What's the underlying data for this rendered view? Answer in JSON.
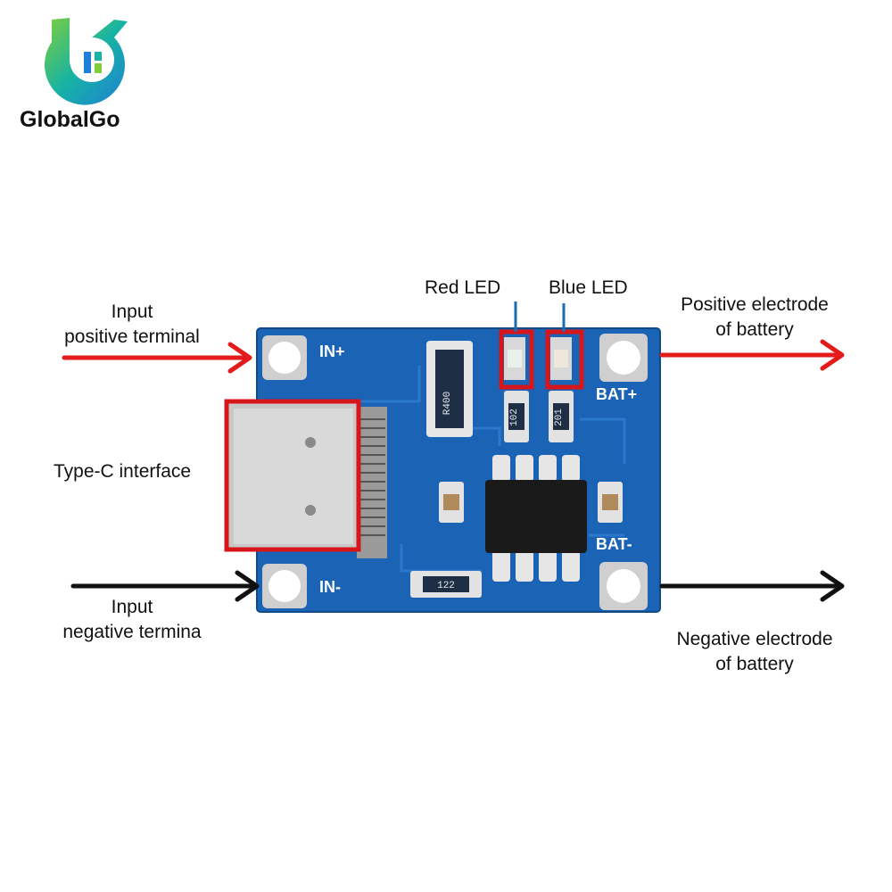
{
  "brand": {
    "name": "GlobalGo",
    "colors": {
      "teal": "#17b3a4",
      "blue": "#1d7fd6",
      "green": "#7fce3b"
    }
  },
  "labels": {
    "input_positive": [
      "Input",
      "positive terminal"
    ],
    "input_negative": [
      "Input",
      "negative termina"
    ],
    "type_c": "Type-C interface",
    "red_led": "Red LED",
    "blue_led": "Blue LED",
    "battery_positive": [
      "Positive electrode",
      "of battery"
    ],
    "battery_negative": [
      "Negative electrode",
      "of battery"
    ]
  },
  "board": {
    "silkscreen": {
      "in_plus": "IN+",
      "in_minus": "IN-",
      "bat_plus": "BAT+",
      "bat_minus": "BAT-",
      "resistor_main": "R400",
      "resistor_led1": "102",
      "resistor_led2": "201",
      "resistor_bottom": "122"
    },
    "pcb_color": "#1a63b5"
  },
  "colors": {
    "positive_arrow": "#e31b1b",
    "negative_arrow": "#111111",
    "highlight_box": "#d6161a",
    "led_pointer": "#1e6bb0"
  }
}
